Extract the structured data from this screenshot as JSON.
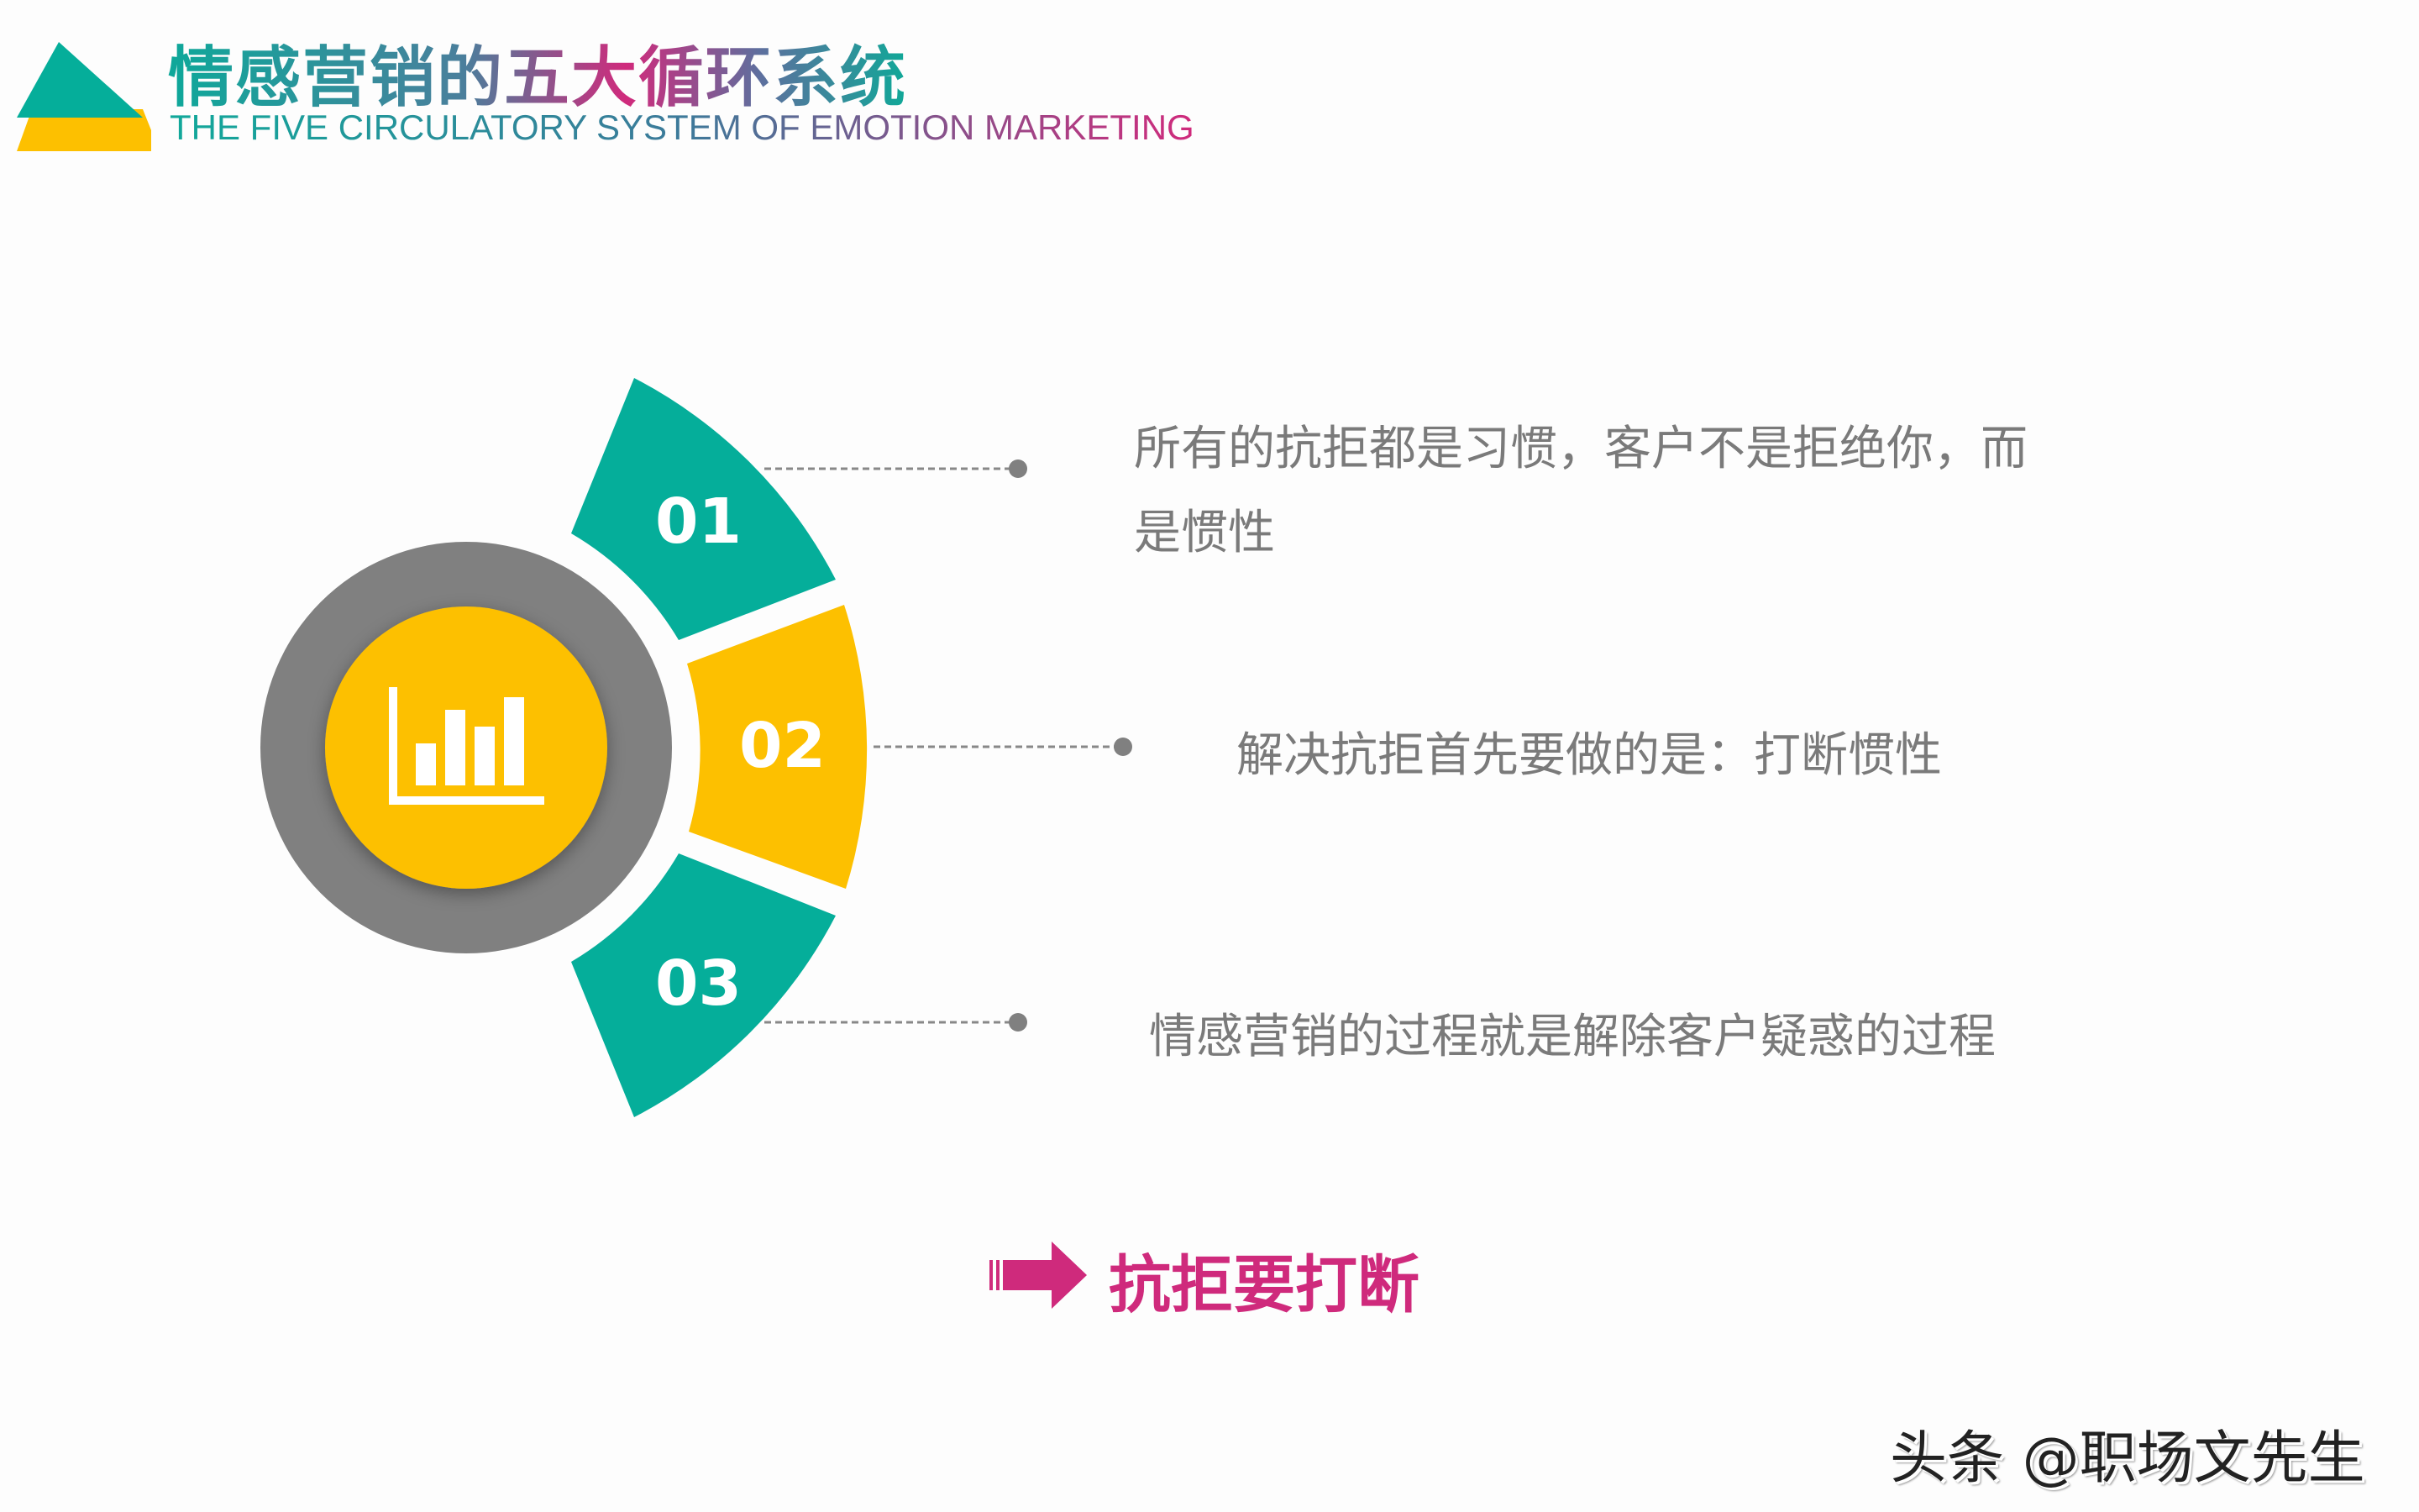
{
  "header": {
    "title": "情感营销的五大循环系统",
    "subtitle": "THE FIVE CIRCULATORY SYSTEM OF EMOTION MARKETING"
  },
  "center": {
    "icon": "bar-chart-icon"
  },
  "items": [
    {
      "number": "01",
      "color": "#05ae9a",
      "text_line1": "所有的抗拒都是习惯，客户不是拒绝你，而",
      "text_line2": "是惯性"
    },
    {
      "number": "02",
      "color": "#fdc000",
      "text_line1": "解决抗拒首先要做的是：打断惯性"
    },
    {
      "number": "03",
      "color": "#05ae9a",
      "text_line1": "情感营销的过程就是解除客户疑惑的过程"
    }
  ],
  "callout": {
    "text": "抗拒要打断",
    "icon": "arrow-right-icon",
    "color": "#cf2a7c"
  },
  "watermark": {
    "text": "头条 @职场文先生"
  },
  "colors": {
    "teal": "#05ae9a",
    "yellow": "#fdc000",
    "gray": "#808080",
    "magenta": "#cf2a7c"
  }
}
